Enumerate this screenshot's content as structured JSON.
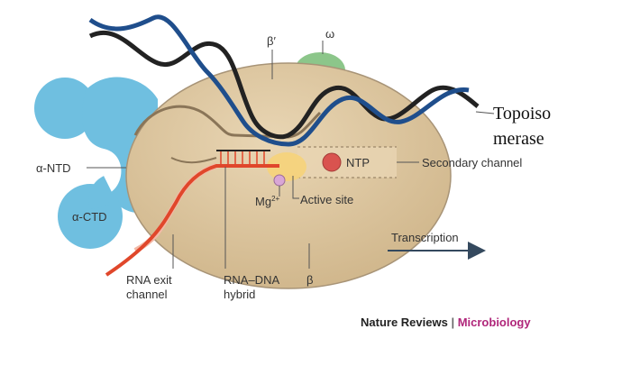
{
  "labels": {
    "beta_prime": "β′",
    "omega": "ω",
    "topoisomerase_line1": "Topoiso",
    "topoisomerase_line2": "merase",
    "alpha_ntd": "α-NTD",
    "alpha_ctd": "α-CTD",
    "ntp": "NTP",
    "secondary_channel": "Secondary channel",
    "mg": "Mg",
    "mg_superscript": "2+",
    "active_site": "Active site",
    "transcription": "Transcription",
    "rna_exit_line1": "RNA exit",
    "rna_exit_line2": "channel",
    "rna_dna_line1": "RNA–DNA",
    "rna_dna_line2": "hybrid",
    "beta": "β"
  },
  "credit": {
    "journal": "Nature Reviews",
    "separator": " | ",
    "section": "Microbiology"
  },
  "colors": {
    "enzyme_body": "#dcc39a",
    "enzyme_outline": "#a89477",
    "alpha_subunit": "#6fbfe0",
    "omega_subunit": "#8cc68a",
    "dna_template": "#1f4e8c",
    "dna_nontemplate": "#222222",
    "rna": "#e0472b",
    "ntp": "#d9534f",
    "mg_ion": "#d9a6d6",
    "active_site": "#f6d37a",
    "transcription_arrow": "#34495e",
    "credit_accent": "#b0267a"
  }
}
